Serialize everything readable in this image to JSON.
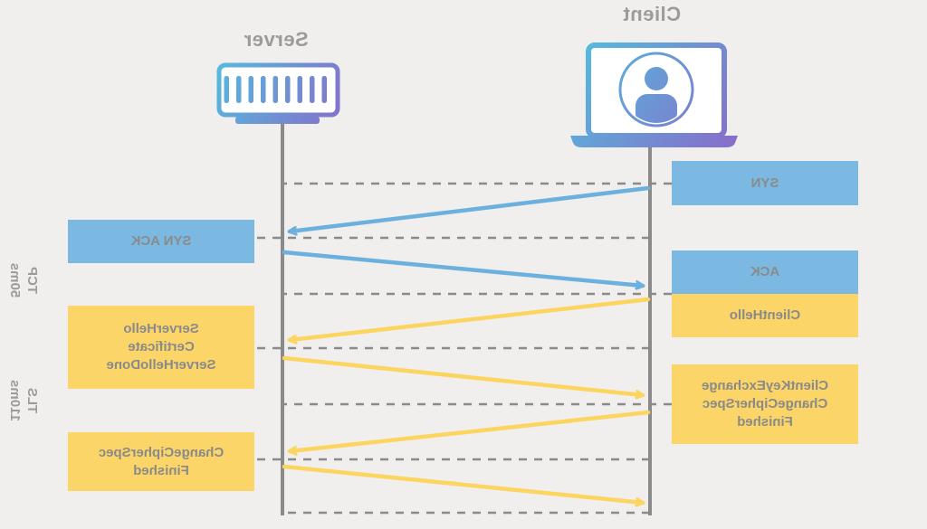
{
  "diagram_title": "TCP + TLS handshake sequence (rendered horizontally mirrored)",
  "palette": {
    "background": "#f0efed",
    "blue_box": "#7cb9e2",
    "yellow_box": "#fbd567",
    "box_text": "#8a8a8a",
    "title_text": "#9b9b9b",
    "line_gray": "#8a8a8a",
    "arrow_blue": "#6cb0dd",
    "arrow_yellow": "#fcd460",
    "gradient_purple": "#8570cc",
    "gradient_cyan": "#55b9dc"
  },
  "actors": {
    "client": {
      "label": "Client",
      "icon": "laptop-user-icon"
    },
    "server": {
      "label": "Server",
      "icon": "server-icon"
    }
  },
  "phases": [
    {
      "name": "TCP",
      "duration": "50ms"
    },
    {
      "name": "TLS",
      "duration": "110ms"
    }
  ],
  "sequence": {
    "client_boxes": [
      {
        "id": "syn",
        "color": "blue",
        "lines": [
          "SYN"
        ]
      },
      {
        "id": "ack",
        "color": "blue",
        "lines": [
          "ACK"
        ]
      },
      {
        "id": "client-hello",
        "color": "yellow",
        "lines": [
          "ClientHello"
        ]
      },
      {
        "id": "client-key-exchange",
        "color": "yellow",
        "lines": [
          "ClientKeyExchange",
          "ChangeCipherSpec",
          "Finished"
        ]
      }
    ],
    "server_boxes": [
      {
        "id": "syn-ack",
        "color": "blue",
        "lines": [
          "SYN ACK"
        ]
      },
      {
        "id": "server-hello",
        "color": "yellow",
        "lines": [
          "ServerHello",
          "Certificate",
          "ServerHelloDone"
        ]
      },
      {
        "id": "change-cipher-spec",
        "color": "yellow",
        "lines": [
          "ChangeCipherSpec",
          "Finished"
        ]
      }
    ],
    "arrows": [
      {
        "id": "syn",
        "from": "client",
        "to": "server",
        "color": "blue"
      },
      {
        "id": "syn-ack",
        "from": "server",
        "to": "client",
        "color": "blue"
      },
      {
        "id": "client-hello",
        "from": "client",
        "to": "server",
        "color": "yellow"
      },
      {
        "id": "server-hello",
        "from": "server",
        "to": "client",
        "color": "yellow"
      },
      {
        "id": "client-key-exchange",
        "from": "client",
        "to": "server",
        "color": "yellow"
      },
      {
        "id": "change-cipher-spec",
        "from": "server",
        "to": "client",
        "color": "yellow"
      }
    ]
  }
}
